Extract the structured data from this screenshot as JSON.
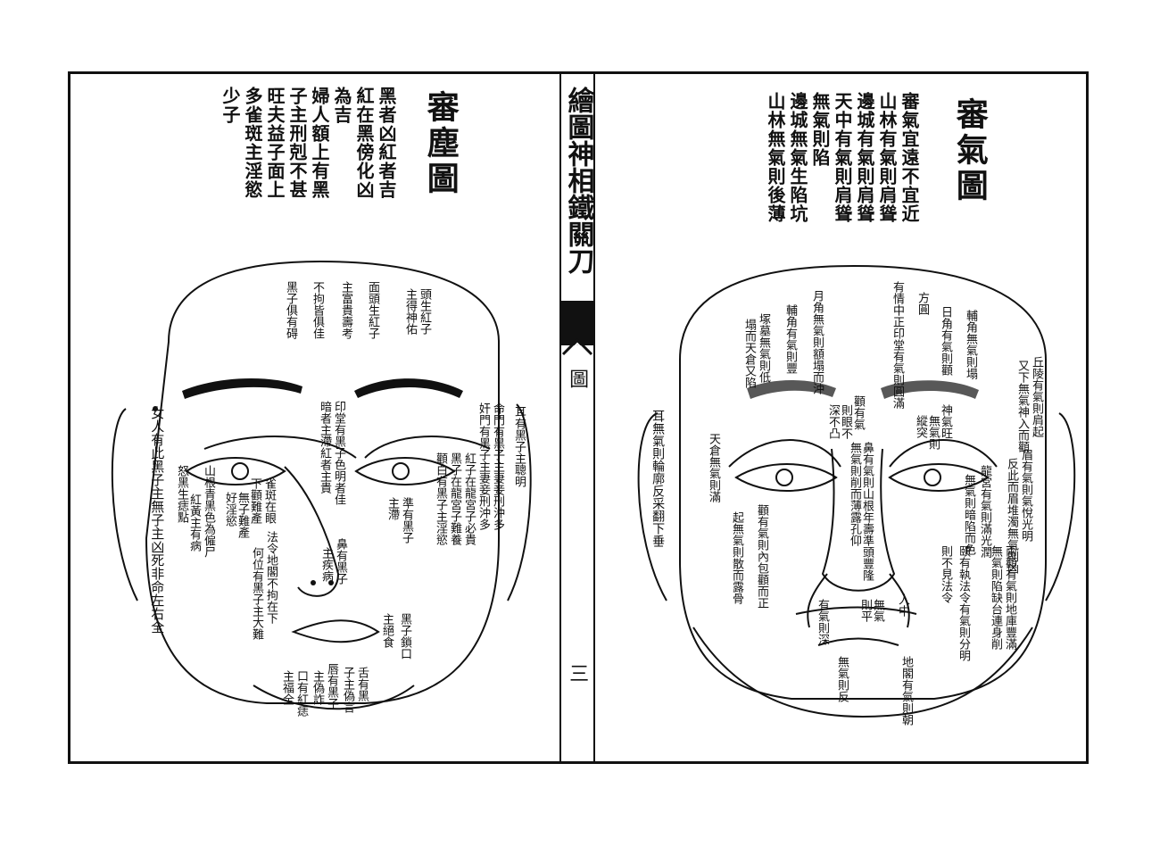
{
  "spine": {
    "book_title": "繪圖神相鐵關刀",
    "section": "圖",
    "page_number": "三"
  },
  "left_page": {
    "title": "審塵圖",
    "intro_columns": [
      "黑者凶紅者吉",
      "紅在黑傍化凶",
      "為吉",
      "婦人額上有黑",
      "子主刑剋不甚",
      "旺夫益子面上",
      "多雀斑主淫慾",
      "少子"
    ],
    "notes": [
      "頭生紅子",
      "主得神佑",
      "面頭生紅子",
      "主富貴壽考",
      "不拘皆俱佳",
      "黑子俱有碍",
      "印堂有黑子色明者佳",
      "暗者主滯紅者主貴",
      "耳有黑子主聰明",
      "命門有黑子主妻妾刑沖多",
      "奸門有黑子主妻妾刑沖多",
      "紅子在龍宮子必貴",
      "黑子在龍宮子難養",
      "顴白有黑子主淫慾",
      "準有黑子",
      "主滯",
      "雀斑在眼",
      "下顴難產",
      "無子難產",
      "好淫慾",
      "山根青黑色為僱尸",
      "紅黃主有病",
      "怒黑生痣點",
      "鼻有黑子",
      "主疾病",
      "法令地閣不拘在下",
      "何位有黑子主大難",
      "黑子鎖口",
      "主絕食",
      "唇有黑子",
      "主偽詐",
      "口有紅痣",
      "主福全",
      "舌有黑",
      "子主偽言",
      "女人有此黑子主無子主凶死非命左右全"
    ]
  },
  "right_page": {
    "title": "審氣圖",
    "intro_columns": [
      "審氣宜遠不宜近",
      "山林有氣則肩聳",
      "邊城有氣則肩聳",
      "天中有氣則肩聳",
      "無氣則陷",
      "邊城無氣生陷坑",
      "山林無氣則後薄"
    ],
    "notes": [
      "輔角無氣則塌",
      "日角有氣則顴",
      "方圓",
      "有情中正印堂有氣則圓滿",
      "月角無氣則額塌而沖",
      "輔角有氣則豐",
      "塚墓無氣則低",
      "塌而天倉又陷",
      "丘陵有氣則肩起",
      "又下無氣神入而顴",
      "眉有氣則氣悅光明",
      "反此而眉堆濁無氣則凶",
      "龍宮有氣則滿光潤",
      "無氣則暗陷而色",
      "顴有氣",
      "則眼不",
      "深不凸",
      "神氣旺",
      "無氣則",
      "縱突",
      "天倉無氣則滿",
      "耳無氣則輪廓反采翻下垂",
      "顴有氣則內包顴而正",
      "起無氣則散而露骨",
      "鼻有氣則山根年壽準頭豐隆",
      "無氣則削而薄露孔仰",
      "兩顴有氣則地庫豐滿",
      "無氣則陷缺台連身削",
      "頤有執法令有氣則分明",
      "則不見法令",
      "人中",
      "無氣",
      "則平",
      "有氣則深",
      "地閣有氣則朝",
      "無氣則反"
    ]
  }
}
